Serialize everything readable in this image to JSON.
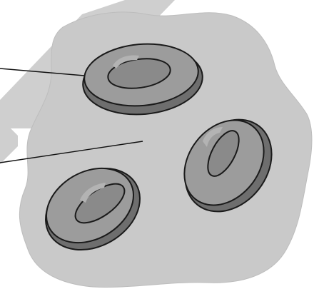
{
  "colors": {
    "background": "#ffffff",
    "watermark": "#cfcfcf",
    "plasma": "#c9c9c9",
    "plasma_outline": "#bdbdbd",
    "cell_rim": "#8d8d8d",
    "cell_rim_dark": "#6e6e6e",
    "cell_top": "#9c9c9c",
    "cell_center": "#8a8a8a",
    "cell_highlight": "#b3b3b3",
    "stroke": "#1a1a1a",
    "leader_line": "#111111"
  },
  "diagram": {
    "subject": "red-blood-cells-in-plasma",
    "cell_count": 3,
    "leader_lines": 2
  }
}
